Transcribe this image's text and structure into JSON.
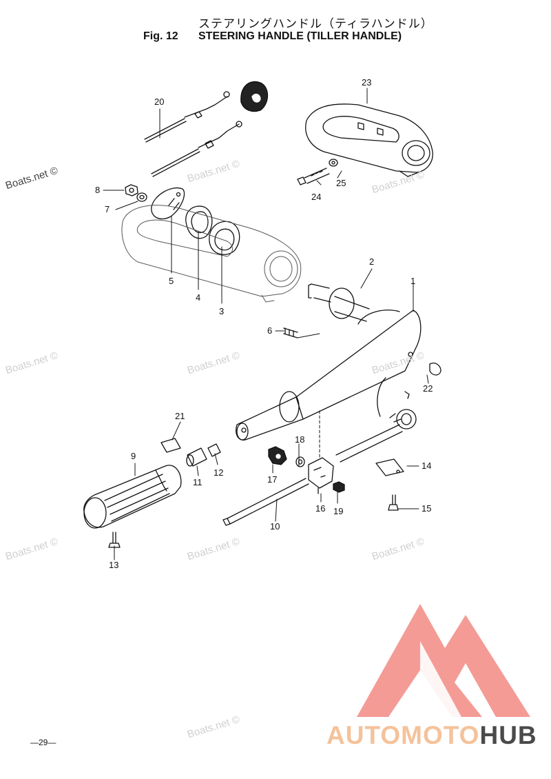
{
  "header": {
    "title_jp": "ステアリングハンドル（ティラハンドル）",
    "fig_label": "Fig. 12",
    "title_en": "STEERING HANDLE (TILLER HANDLE)"
  },
  "callouts": [
    "1",
    "2",
    "3",
    "4",
    "5",
    "6",
    "7",
    "8",
    "9",
    "10",
    "11",
    "12",
    "13",
    "14",
    "15",
    "16",
    "17",
    "18",
    "19",
    "20",
    "21",
    "22",
    "23",
    "24",
    "25"
  ],
  "watermark": "Boats.net ©",
  "page_number": "—29—",
  "brand": {
    "part_a": "AUTOMOTO",
    "part_b": "HUB",
    "accent_color": "#f28a84"
  },
  "colors": {
    "line": "#111111",
    "paper": "#ffffff",
    "watermark": "#cfcfcf"
  }
}
